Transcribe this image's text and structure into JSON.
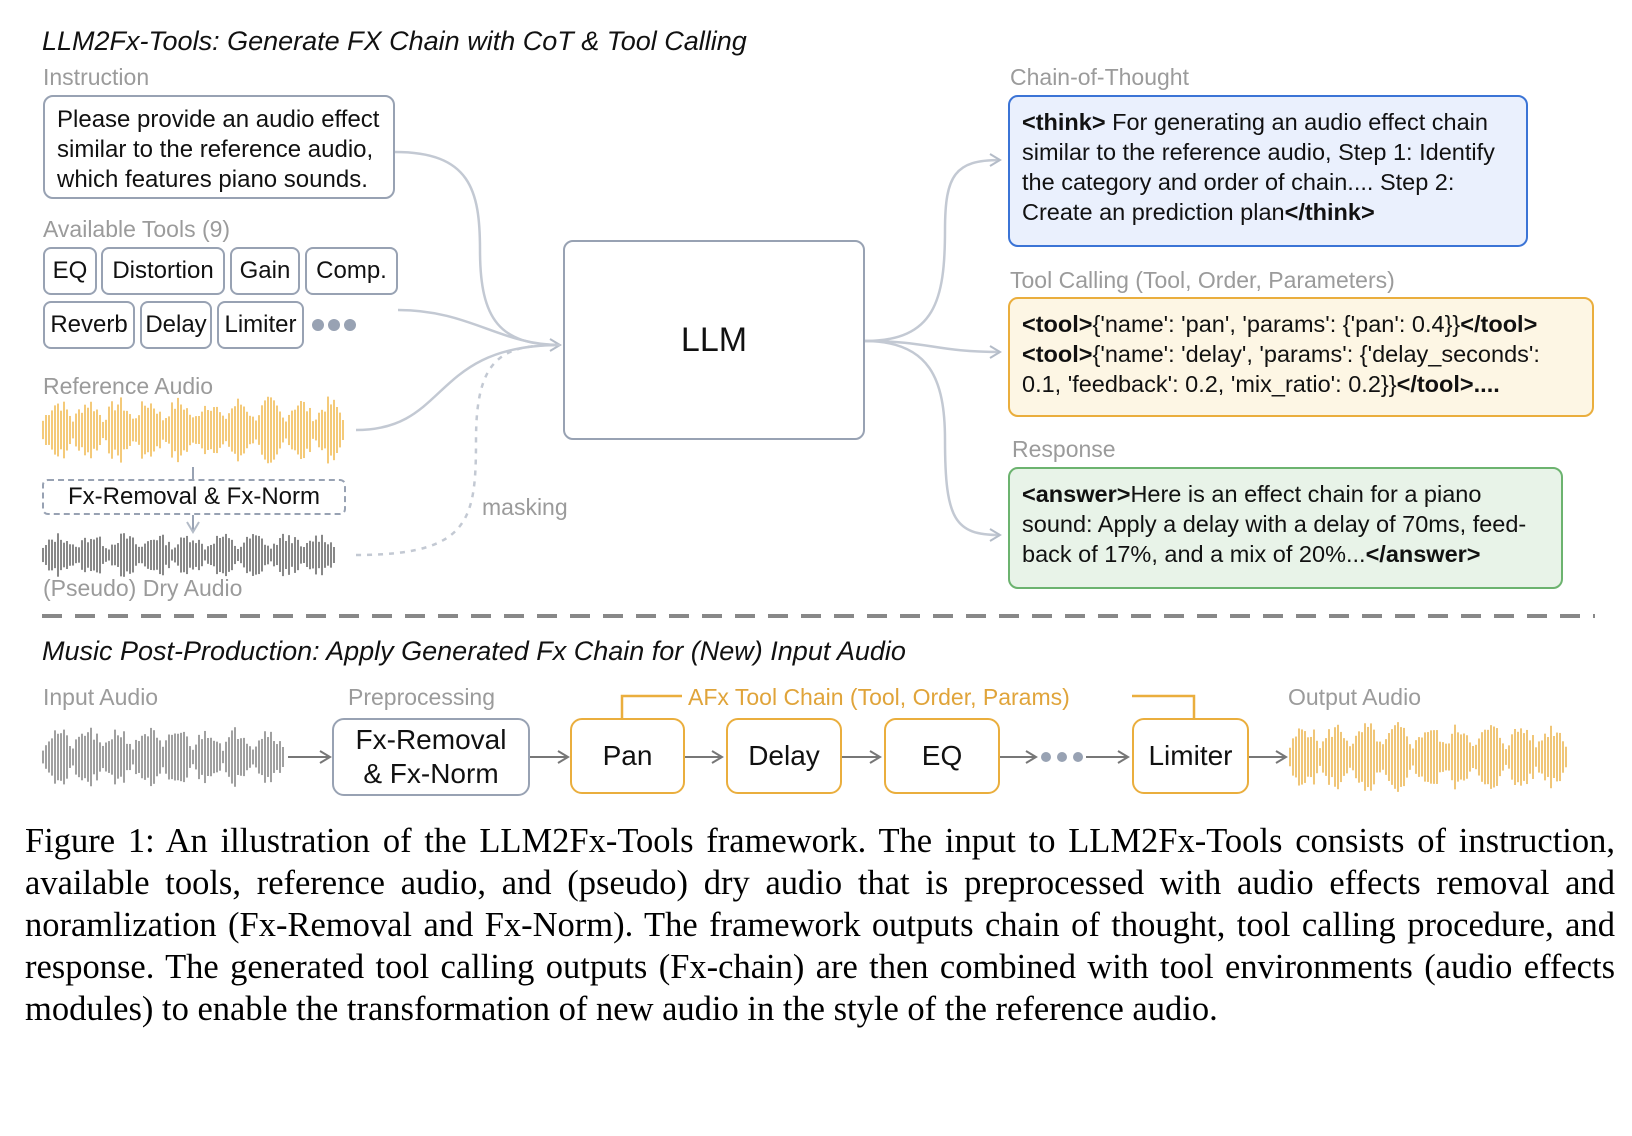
{
  "top_section": {
    "title": "LLM2Fx-Tools: Generate FX Chain with CoT & Tool Calling",
    "instruction": {
      "label": "Instruction",
      "text": "Please provide an audio effect similar to the reference audio, which features piano sounds."
    },
    "available_tools": {
      "label": "Available Tools (9)",
      "tools": [
        "EQ",
        "Distortion",
        "Gain",
        "Comp.",
        "Reverb",
        "Delay",
        "Limiter"
      ],
      "more_icon": "ellipsis-dots"
    },
    "reference_audio": {
      "label": "Reference Audio",
      "color": "#f0b440"
    },
    "preprocess": {
      "label": "Fx-Removal & Fx-Norm"
    },
    "dry_audio": {
      "label": "(Pseudo) Dry Audio",
      "color": "#555555"
    },
    "masking_label": "masking",
    "llm_label": "LLM",
    "chain_of_thought": {
      "label": "Chain-of-Thought",
      "open_tag": "<think>",
      "text": " For generating an audio effect chain similar to the reference audio, Step 1: Identify the category and order of chain.... Step 2: Create an prediction plan",
      "close_tag": "</think>",
      "color": "#3b74d6"
    },
    "tool_calling": {
      "label": "Tool Calling (Tool, Order, Parameters)",
      "calls": [
        {
          "open_tag": "<tool>",
          "text": "{'name': 'pan', 'params': {'pan': 0.4}}",
          "close_tag": "</tool>"
        },
        {
          "open_tag": "<tool>",
          "text": "{'name': 'delay', 'params': {'delay_seconds': 0.1, 'feedback': 0.2, 'mix_ratio': 0.2}}",
          "close_tag": "</tool>...."
        }
      ],
      "color": "#eaae3d"
    },
    "response": {
      "label": "Response",
      "open_tag": "<answer>",
      "text": "Here is an effect chain for a piano sound: Apply a delay with a delay of 70ms, feed-back of 17%, and a mix of 20%...",
      "close_tag": "</answer>",
      "color": "#6cb36f"
    }
  },
  "bottom_section": {
    "title": "Music Post-Production: Apply Generated Fx Chain for (New) Input Audio",
    "input_audio_label": "Input Audio",
    "preprocessing_label": "Preprocessing",
    "preprocessing_box": {
      "line1": "Fx-Removal",
      "line2": "& Fx-Norm"
    },
    "afx_chain_label": "AFx Tool Chain (Tool, Order, Params)",
    "afx_chain": [
      "Pan",
      "Delay",
      "EQ",
      "Limiter"
    ],
    "output_audio_label": "Output Audio",
    "accent_color": "#eaae3d"
  },
  "caption": "Figure 1: An illustration of the LLM2Fx-Tools framework. The input to LLM2Fx-Tools consists of instruction, available tools, reference audio, and (pseudo) dry audio that is preprocessed with audio effects removal and noramlization (Fx-Removal and Fx-Norm). The framework outputs chain of thought, tool calling procedure, and response. The generated tool calling outputs (Fx-chain) are then combined with tool environments (audio effects modules) to enable the transformation of new audio in the style of the reference audio."
}
